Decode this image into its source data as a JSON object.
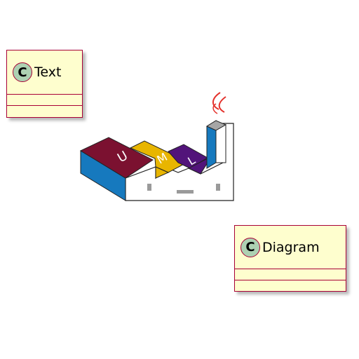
{
  "diagram": {
    "classes": [
      {
        "id": "class-text",
        "stereotype_letter": "C",
        "name": "Text"
      },
      {
        "id": "class-diagram",
        "stereotype_letter": "C",
        "name": "Diagram"
      }
    ],
    "logo": {
      "letters": [
        "U",
        "M",
        "L"
      ],
      "colors": {
        "u_block": "#7B1130",
        "m_block": "#E8B500",
        "l_block": "#52147A",
        "side_blue": "#1679BE",
        "chimney_top": "#A6A6A6",
        "steam": "#E4322C"
      }
    },
    "colors": {
      "class_fill": "#FEFECE",
      "class_border": "#A80036",
      "circle_fill": "#ADD1B2"
    }
  }
}
